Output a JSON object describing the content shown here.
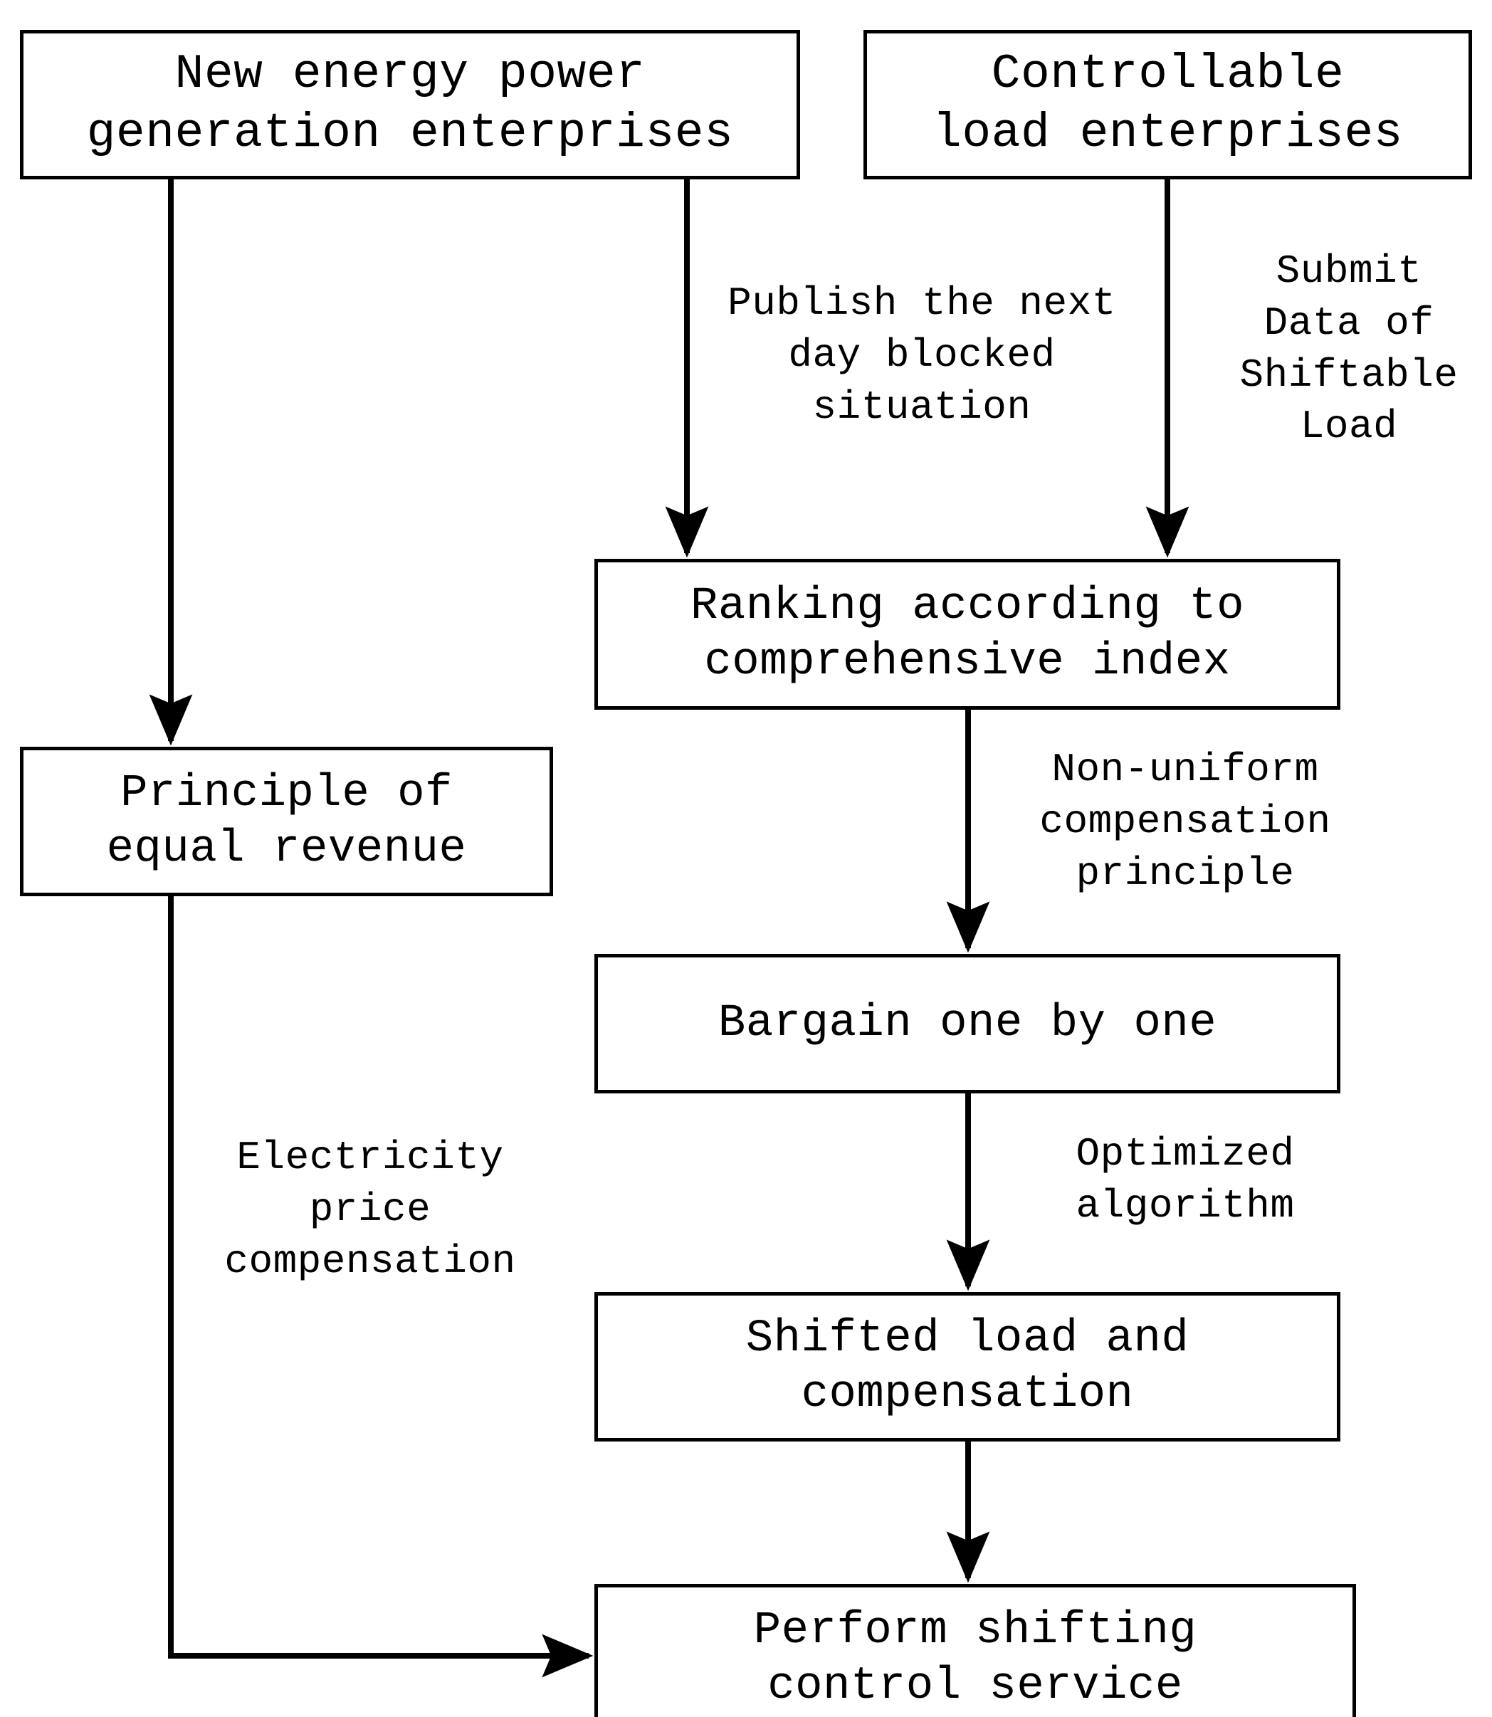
{
  "diagram": {
    "title": "Shifting control service flowchart",
    "background_color": "#ffffff",
    "stroke_color": "#000000",
    "nodes": {
      "new_energy": "New energy power\ngeneration enterprises",
      "controllable": "Controllable\nload enterprises",
      "ranking": "Ranking according to\ncomprehensive index",
      "principle": "Principle of\nequal revenue",
      "bargain": "Bargain one by one",
      "shifted": "Shifted load and\ncompensation",
      "perform": "Perform shifting\ncontrol service"
    },
    "edge_labels": {
      "publish": "Publish the next\nday blocked\nsituation",
      "submit": "Submit\nData of\nShiftable\nLoad",
      "non_uniform": "Non-uniform\ncompensation\nprinciple",
      "electricity": "Electricity\nprice\ncompensation",
      "optimized": "Optimized\nalgorithm"
    },
    "edges": [
      {
        "from": "new_energy",
        "to": "principle",
        "label": ""
      },
      {
        "from": "new_energy",
        "to": "ranking",
        "label": "publish"
      },
      {
        "from": "controllable",
        "to": "ranking",
        "label": "submit"
      },
      {
        "from": "ranking",
        "to": "bargain",
        "label": "non_uniform"
      },
      {
        "from": "bargain",
        "to": "shifted",
        "label": "optimized"
      },
      {
        "from": "shifted",
        "to": "perform",
        "label": ""
      },
      {
        "from": "principle",
        "to": "perform",
        "label": "electricity"
      }
    ]
  }
}
